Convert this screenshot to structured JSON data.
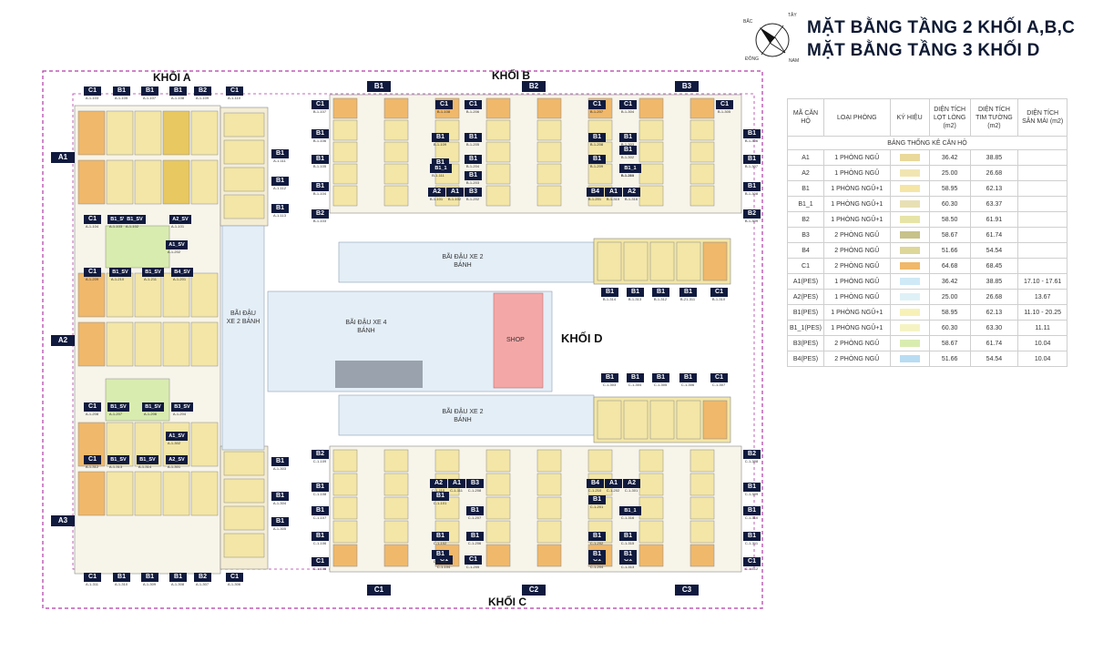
{
  "title": {
    "line1": "MẶT BẰNG TẦNG 2 KHỐI A,B,C",
    "line2": "MẶT BẰNG TẦNG 3 KHỐI D"
  },
  "compass": {
    "north": "BẮC",
    "west": "TÂY",
    "east": "ĐÔNG",
    "south": "NAM"
  },
  "blocks": {
    "a": "KHỐI A",
    "b": "KHỐI B",
    "c": "KHỐI C",
    "d": "KHỐI D"
  },
  "wings": {
    "a1": "A1",
    "a2": "A2",
    "a3": "A3",
    "b1": "B1",
    "b2": "B2",
    "b3": "B3",
    "c1": "C1",
    "c2": "C2",
    "c3": "C3"
  },
  "areas": {
    "parking_2w_a": "BÃI ĐẬU XE 2 BÁNH",
    "parking_4w": "BÃI ĐẬU XE 4 BÁNH",
    "parking_2w_b": "BÃI ĐẬU XE 2 BÁNH",
    "parking_2w_c": "BÃI ĐẬU XE 2 BÁNH",
    "shop": "SHOP"
  },
  "unit_tags": {
    "a_top": [
      {
        "type": "C1",
        "code": "A-1-103"
      },
      {
        "type": "B1",
        "code": "A-1-105"
      },
      {
        "type": "B1",
        "code": "A-1-107"
      },
      {
        "type": "B1",
        "code": "A-1-108"
      },
      {
        "type": "B2",
        "code": "A-1-109"
      },
      {
        "type": "C1",
        "code": "A-1-110"
      }
    ],
    "a_bottom": [
      {
        "type": "C1",
        "code": "A-1-311"
      },
      {
        "type": "B1",
        "code": "A-1-310"
      },
      {
        "type": "B1",
        "code": "A-1-309"
      },
      {
        "type": "B1",
        "code": "A-1-308"
      },
      {
        "type": "B2",
        "code": "A-1-307"
      },
      {
        "type": "C1",
        "code": "A-1-306"
      }
    ],
    "a_right": [
      {
        "type": "B1",
        "code": "A-1-111"
      },
      {
        "type": "B1",
        "code": "A-1-112"
      },
      {
        "type": "B1",
        "code": "A-1-113"
      },
      {
        "type": "B1",
        "code": "A-1-303"
      },
      {
        "type": "B1",
        "code": "A-1-304"
      },
      {
        "type": "B1",
        "code": "A-1-305"
      }
    ],
    "a_left": [
      {
        "type": "C1",
        "code": "A-1-104"
      },
      {
        "type": "C1",
        "code": "A-1-209"
      },
      {
        "type": "C1",
        "code": "A-1-208"
      },
      {
        "type": "C1",
        "code": "A-1-312"
      }
    ],
    "a_inner": [
      {
        "type": "B1_SV",
        "code": "A-1-103"
      },
      {
        "type": "B1_SV",
        "code": "A-1-102"
      },
      {
        "type": "A2_SV",
        "code": "A-1-101"
      },
      {
        "type": "A1_SV",
        "code": "A-1-202"
      },
      {
        "type": "B1_SV",
        "code": "A-1-210"
      },
      {
        "type": "B1_SV",
        "code": "A-1-211"
      },
      {
        "type": "B4_SV",
        "code": "A-1-201"
      },
      {
        "type": "B1_SV",
        "code": "A-1-207"
      },
      {
        "type": "B1_SV",
        "code": "A-1-206"
      },
      {
        "type": "B3_SV",
        "code": "A-1-204"
      },
      {
        "type": "A1_SV",
        "code": "A-1-302"
      },
      {
        "type": "B1_SV",
        "code": "A-1-313"
      },
      {
        "type": "B1_SV",
        "code": "A-1-314"
      },
      {
        "type": "A2_SV",
        "code": "A-1-301"
      }
    ],
    "b_top": [
      {
        "type": "C1",
        "code": "B-1-108"
      },
      {
        "type": "C1",
        "code": "B-1-206"
      },
      {
        "type": "C1",
        "code": "B-1-207"
      },
      {
        "type": "C1",
        "code": "B-1-304"
      },
      {
        "type": "C1",
        "code": "B-1-305"
      }
    ],
    "b_left": [
      {
        "type": "C1",
        "code": "B-1-107"
      },
      {
        "type": "B1",
        "code": "B-1-106"
      },
      {
        "type": "B1",
        "code": "B-1-105"
      },
      {
        "type": "B1",
        "code": "B-1-104"
      },
      {
        "type": "B2",
        "code": "B-1-103"
      }
    ],
    "b_right": [
      {
        "type": "B1",
        "code": "B-1-306"
      },
      {
        "type": "B1",
        "code": "B-1-307"
      },
      {
        "type": "B1",
        "code": "B-1-308"
      },
      {
        "type": "B2",
        "code": "B-1-309"
      }
    ],
    "b_inner": [
      {
        "type": "B1",
        "code": "B-1-109"
      },
      {
        "type": "B1",
        "code": "B-1-110"
      },
      {
        "type": "B1_1",
        "code": "B-1-111"
      },
      {
        "type": "A2",
        "code": "B-1-101"
      },
      {
        "type": "A1",
        "code": "B-1-102"
      },
      {
        "type": "B3",
        "code": "B-1-202"
      },
      {
        "type": "B1",
        "code": "B-1-205"
      },
      {
        "type": "B1",
        "code": "B-1-204"
      },
      {
        "type": "B1",
        "code": "B-1-203"
      },
      {
        "type": "B1",
        "code": "B-1-208"
      },
      {
        "type": "B1",
        "code": "B-1-209"
      },
      {
        "type": "B1_1",
        "code": "B-1-210"
      },
      {
        "type": "B4",
        "code": "B-1-201"
      },
      {
        "type": "A1",
        "code": "B-1-315"
      },
      {
        "type": "A2",
        "code": "B-1-316"
      },
      {
        "type": "B1",
        "code": "B-1-303"
      },
      {
        "type": "B1",
        "code": "B-1-302"
      },
      {
        "type": "B1_1",
        "code": "B-1-301"
      }
    ],
    "b_lower": [
      {
        "type": "B1",
        "code": "B-1-314"
      },
      {
        "type": "B1",
        "code": "B-1-313"
      },
      {
        "type": "B1",
        "code": "B-1-312"
      },
      {
        "type": "B1",
        "code": "B-21-311"
      },
      {
        "type": "C1",
        "code": "B-1-310"
      }
    ],
    "c_upper": [
      {
        "type": "B1",
        "code": "C-1-303"
      },
      {
        "type": "B1",
        "code": "C-1-304"
      },
      {
        "type": "B1",
        "code": "C-1-305"
      },
      {
        "type": "B1",
        "code": "C-1-306"
      },
      {
        "type": "C1",
        "code": "C-1-307"
      }
    ],
    "c_left": [
      {
        "type": "B2",
        "code": "C-1-109"
      },
      {
        "type": "B1",
        "code": "C-1-108"
      },
      {
        "type": "B1",
        "code": "C-1-107"
      },
      {
        "type": "B1",
        "code": "C-1-106"
      },
      {
        "type": "C1",
        "code": "C-1-105"
      }
    ],
    "c_right": [
      {
        "type": "B2",
        "code": "C-1-308"
      },
      {
        "type": "B1",
        "code": "C-1-309"
      },
      {
        "type": "B1",
        "code": "C-1-310"
      },
      {
        "type": "B1",
        "code": "C-1-311"
      },
      {
        "type": "C1",
        "code": "C-1-312"
      }
    ],
    "c_bottom": [
      {
        "type": "C1",
        "code": "C-1-104"
      },
      {
        "type": "C1",
        "code": "C-1-205"
      },
      {
        "type": "C1",
        "code": "C-1-204"
      },
      {
        "type": "C1",
        "code": "C-1-313"
      }
    ],
    "c_inner": [
      {
        "type": "A2",
        "code": "C-1-110"
      },
      {
        "type": "A1",
        "code": "C-1-111"
      },
      {
        "type": "B3",
        "code": "C-1-208"
      },
      {
        "type": "B1",
        "code": "C-1-101"
      },
      {
        "type": "B1",
        "code": "C-1-207"
      },
      {
        "type": "B1",
        "code": "C-1-102"
      },
      {
        "type": "B1",
        "code": "C-1-103"
      },
      {
        "type": "B1",
        "code": "C-1-206"
      },
      {
        "type": "B4",
        "code": "C-1-210"
      },
      {
        "type": "A1",
        "code": "C-1-202"
      },
      {
        "type": "A2",
        "code": "C-1-301"
      },
      {
        "type": "B1",
        "code": "C-1-201"
      },
      {
        "type": "B1_1",
        "code": "C-1-316"
      },
      {
        "type": "B1",
        "code": "C-1-202"
      },
      {
        "type": "B1",
        "code": "C-1-315"
      },
      {
        "type": "B1",
        "code": "C-1-203"
      },
      {
        "type": "B1",
        "code": "C-1-314"
      }
    ]
  },
  "stats_table": {
    "caption": "BẢNG THỐNG KÊ CĂN HỘ",
    "headers": [
      "MÃ CĂN HỘ",
      "LOẠI PHÒNG",
      "KÝ HIỆU",
      "DIỆN TÍCH LỌT LÒNG (m2)",
      "DIỆN TÍCH TIM TƯỜNG (m2)",
      "DIỆN TÍCH SÂN MÁI (m2)"
    ],
    "rows": [
      {
        "code": "A1",
        "room": "1 PHÒNG NGỦ",
        "color": "#e9d99a",
        "net": "36.42",
        "gross": "38.85",
        "terrace": ""
      },
      {
        "code": "A2",
        "room": "1 PHÒNG NGỦ",
        "color": "#f1e6b2",
        "net": "25.00",
        "gross": "26.68",
        "terrace": ""
      },
      {
        "code": "B1",
        "room": "1 PHÒNG NGỦ+1",
        "color": "#f5e6a6",
        "net": "58.95",
        "gross": "62.13",
        "terrace": ""
      },
      {
        "code": "B1_1",
        "room": "1 PHÒNG NGỦ+1",
        "color": "#e8e0b4",
        "net": "60.30",
        "gross": "63.37",
        "terrace": ""
      },
      {
        "code": "B2",
        "room": "1 PHÒNG NGỦ+1",
        "color": "#e7e4a8",
        "net": "58.50",
        "gross": "61.91",
        "terrace": ""
      },
      {
        "code": "B3",
        "room": "2 PHÒNG NGỦ",
        "color": "#c7c18a",
        "net": "58.67",
        "gross": "61.74",
        "terrace": ""
      },
      {
        "code": "B4",
        "room": "2 PHÒNG NGỦ",
        "color": "#ddd79a",
        "net": "51.66",
        "gross": "54.54",
        "terrace": ""
      },
      {
        "code": "C1",
        "room": "2 PHÒNG NGỦ",
        "color": "#f0b86a",
        "net": "64.68",
        "gross": "68.45",
        "terrace": ""
      },
      {
        "code": "A1(PES)",
        "room": "1 PHÒNG NGỦ",
        "color": "#cfe9f7",
        "net": "36.42",
        "gross": "38.85",
        "terrace": "17.10 - 17.61"
      },
      {
        "code": "A2(PES)",
        "room": "1 PHÒNG NGỦ",
        "color": "#dff1f6",
        "net": "25.00",
        "gross": "26.68",
        "terrace": "13.67"
      },
      {
        "code": "B1(PES)",
        "room": "1 PHÒNG NGỦ+1",
        "color": "#f7f1b8",
        "net": "58.95",
        "gross": "62.13",
        "terrace": "11.10 - 20.25"
      },
      {
        "code": "B1_1(PES)",
        "room": "1 PHÒNG NGỦ+1",
        "color": "#f5f3c4",
        "net": "60.30",
        "gross": "63.30",
        "terrace": "11.11"
      },
      {
        "code": "B3(PES)",
        "room": "2 PHÒNG NGỦ",
        "color": "#d9ecb0",
        "net": "58.67",
        "gross": "61.74",
        "terrace": "10.04"
      },
      {
        "code": "B4(PES)",
        "room": "2 PHÒNG NGỦ",
        "color": "#b8dcf2",
        "net": "51.66",
        "gross": "54.54",
        "terrace": "10.04"
      }
    ]
  },
  "colors": {
    "tag_bg": "#101a3e",
    "boundary": "#b23aa8",
    "parking": "#e4eef7",
    "shop": "#f4a7a7",
    "unit_yellow": "#f3e6a6",
    "unit_orange": "#f0b86a",
    "unit_green": "#d9ecb0"
  }
}
